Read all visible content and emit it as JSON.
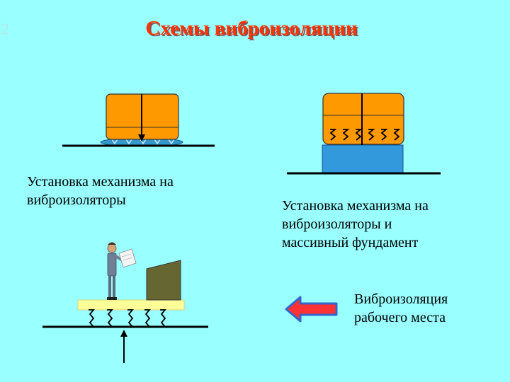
{
  "slide": {
    "number": "2",
    "title": "Схемы виброизоляции"
  },
  "captions": {
    "mechanism_on_isolators": "Установка механизма на\nвиброизоляторы",
    "mechanism_on_isolators_and_foundation": "Установка механизма на\nвиброизоляторы и\nмассивный фундамент",
    "workplace_isolation": "Виброизоляция\nрабочего места"
  },
  "colors": {
    "background": "#99ffff",
    "title": "#ff3300",
    "machine_body": "#ff9900",
    "foundation": "#3399dd",
    "isolator_pad": "#3399cc",
    "platform": "#ffff99",
    "panel": "#666633",
    "arrow_fill": "#ff3333",
    "arrow_outline": "#3366cc"
  },
  "icons": {
    "person": "businessman-reading-paper-icon",
    "arrow": "left-arrow-icon"
  }
}
